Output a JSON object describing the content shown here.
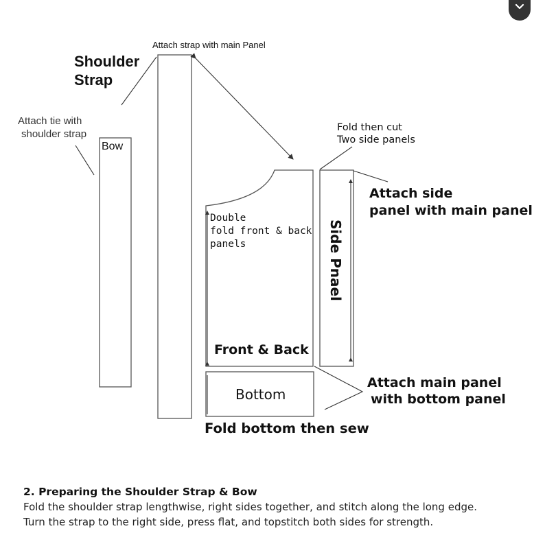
{
  "dropdown": {
    "icon": "chevron-down-icon"
  },
  "diagram": {
    "attach_strap_label": "Attach strap with main Panel",
    "shoulder_strap_line1": "Shoulder",
    "shoulder_strap_line2": "Strap",
    "attach_tie_line1": "Attach tie with",
    "attach_tie_line2": "shoulder strap",
    "bow_label": "Bow",
    "fold_cut_line1": "Fold then cut",
    "fold_cut_line2": "Two side panels",
    "attach_side_line1": "Attach side",
    "attach_side_line2": "panel with main panel",
    "double_fold_line1": "Double",
    "double_fold_line2": "fold front & back",
    "double_fold_line3": "panels",
    "side_panel_label": "Side Pnael",
    "front_back_label": "Front & Back",
    "bottom_label": "Bottom",
    "attach_main_line1": "Attach main panel",
    "attach_main_line2": "with bottom panel",
    "fold_bottom_label": "Fold bottom then sew"
  },
  "caption": {
    "heading": "2. Preparing the Shoulder Strap & Bow",
    "line1": "Fold the shoulder strap lengthwise, right sides together, and stitch along the long edge.",
    "line2": "Turn the strap to the right side, press flat, and topstitch both sides for strength."
  }
}
